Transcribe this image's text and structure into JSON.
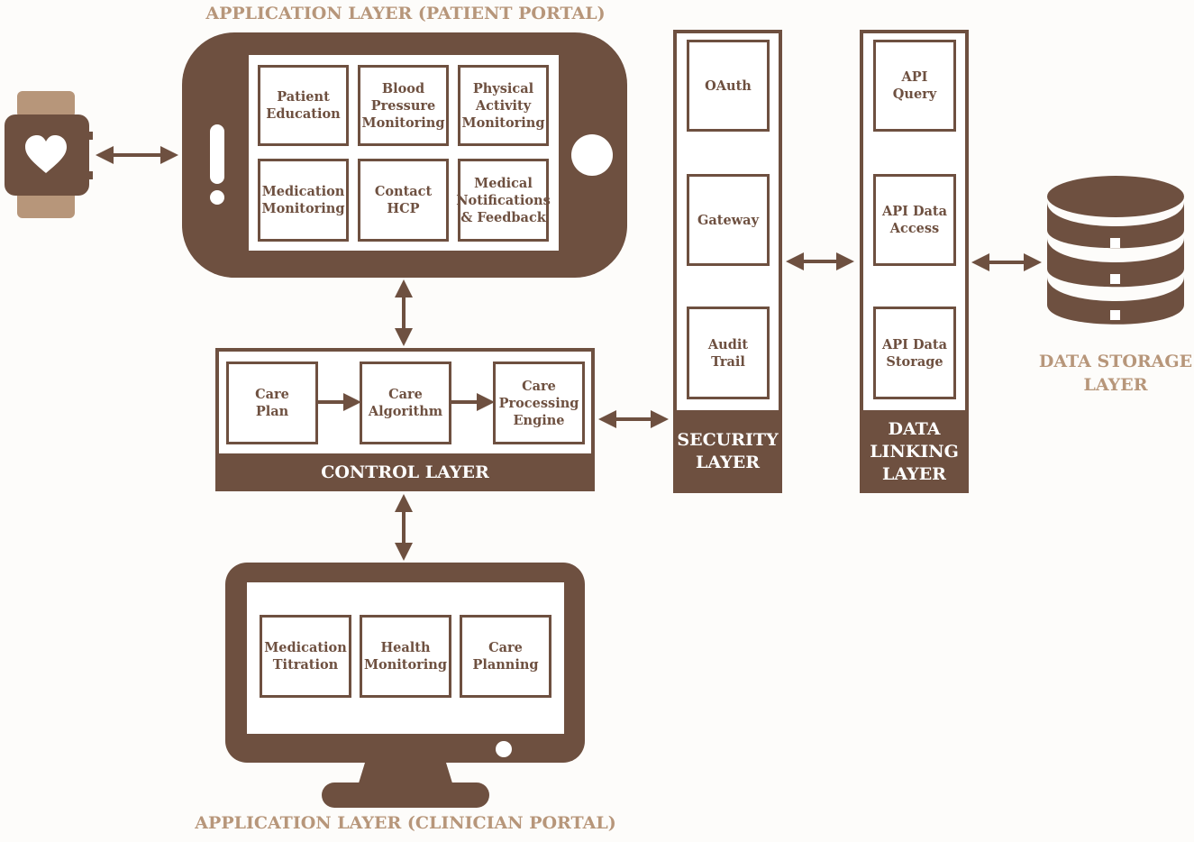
{
  "colors": {
    "primary": "#6e5040",
    "light": "#b7967a",
    "background": "#fdfcfa"
  },
  "icons": {
    "wearable": "smartwatch-heart-icon",
    "phone": "smartphone-icon",
    "monitor": "desktop-monitor-icon",
    "database": "database-icon"
  },
  "patient_portal": {
    "title": "APPLICATION LAYER (PATIENT PORTAL)",
    "modules": [
      "Patient\nEducation",
      "Blood\nPressure\nMonitoring",
      "Physical\nActivity\nMonitoring",
      "Medication\nMonitoring",
      "Contact\nHCP",
      "Medical\nNotifications\n& Feedback"
    ]
  },
  "control_layer": {
    "title": "CONTROL LAYER",
    "steps": [
      "Care\nPlan",
      "Care\nAlgorithm",
      "Care\nProcessing\nEngine"
    ]
  },
  "clinician_portal": {
    "title": "APPLICATION LAYER (CLINICIAN PORTAL)",
    "modules": [
      "Medication\nTitration",
      "Health\nMonitoring",
      "Care\nPlanning"
    ]
  },
  "security_layer": {
    "title": "SECURITY\nLAYER",
    "items": [
      "OAuth",
      "Gateway",
      "Audit\nTrail"
    ]
  },
  "data_linking_layer": {
    "title": "DATA\nLINKING\nLAYER",
    "items": [
      "API Query",
      "API Data\nAccess",
      "API Data\nStorage"
    ]
  },
  "data_storage_layer": {
    "title": "DATA STORAGE\nLAYER"
  }
}
